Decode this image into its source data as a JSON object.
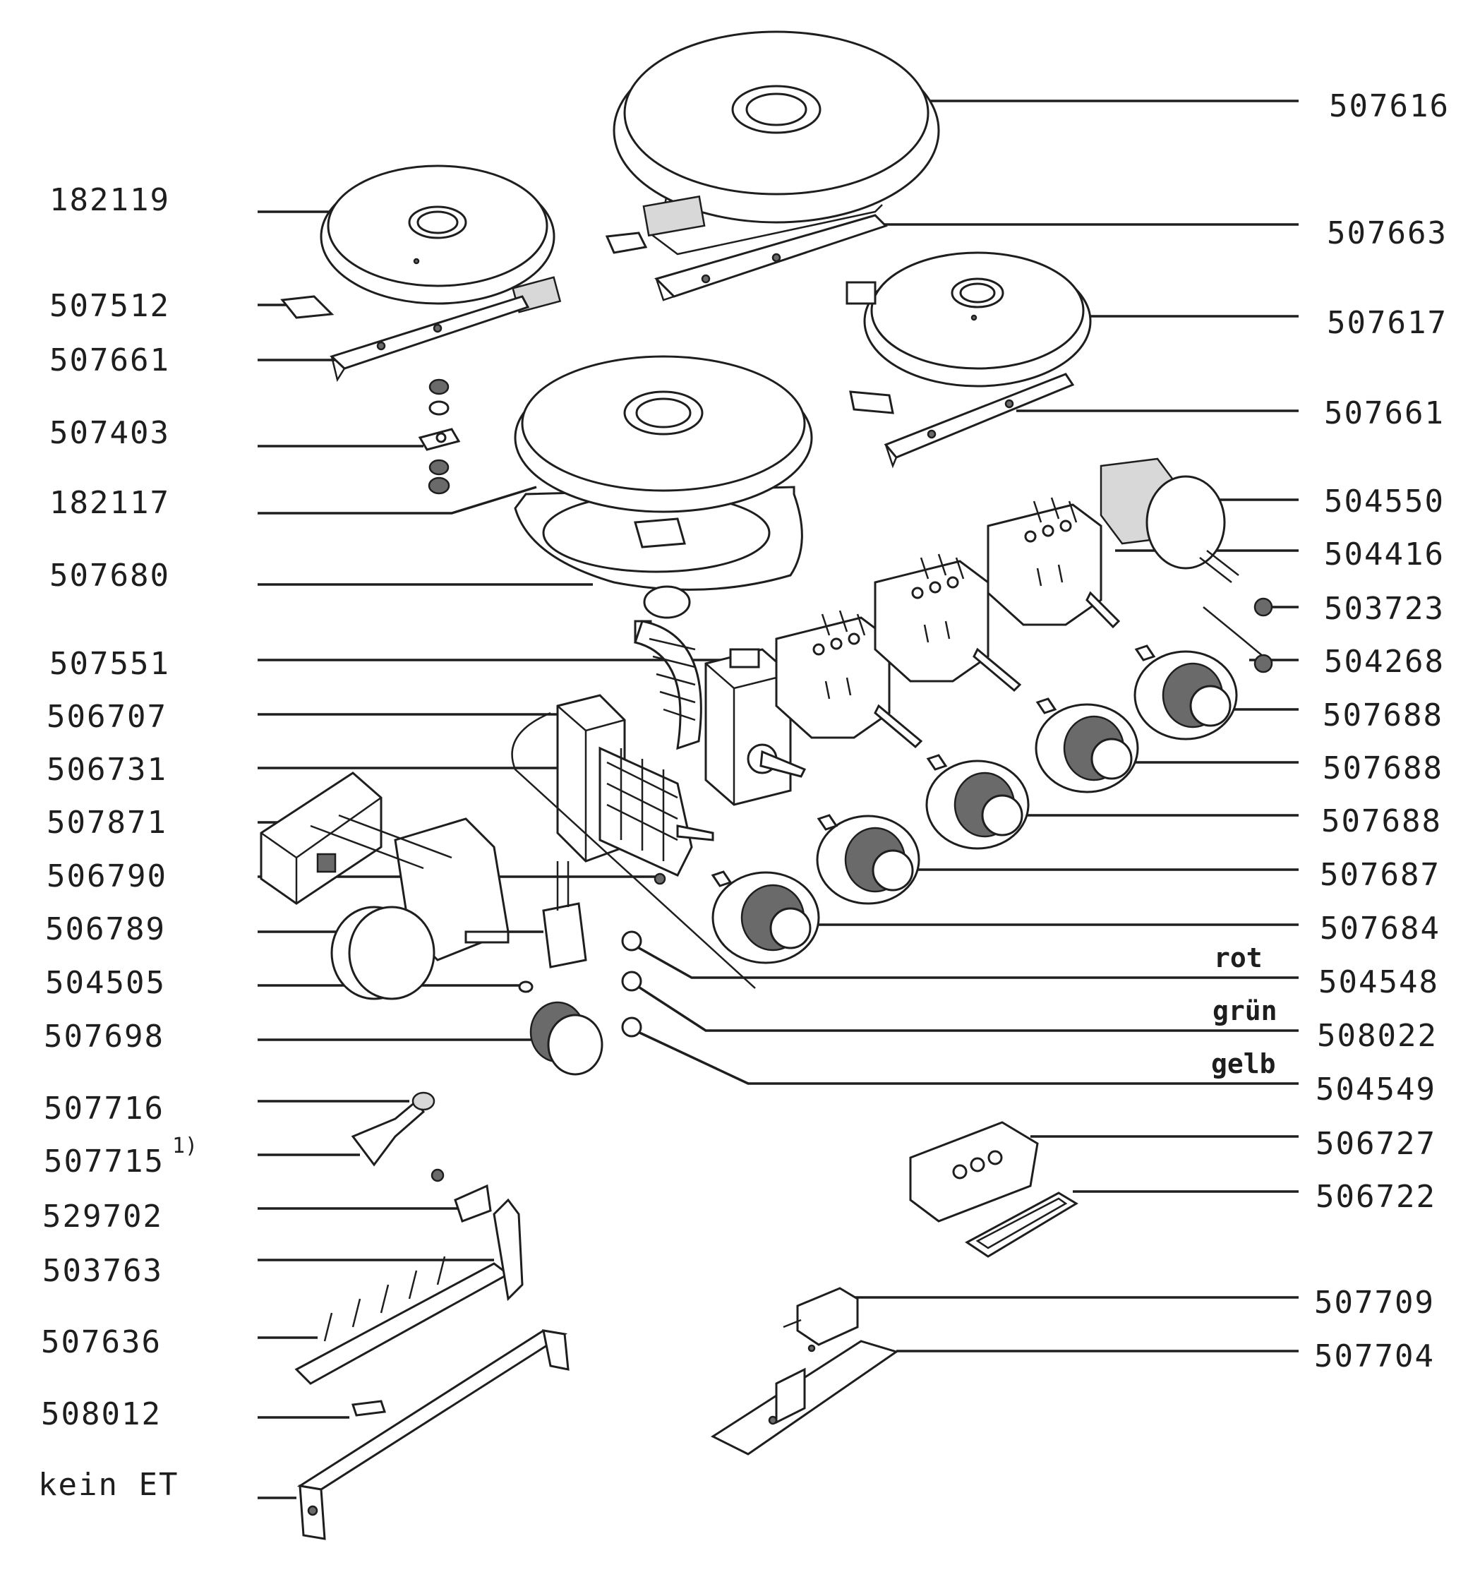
{
  "labels_left": [
    {
      "id": "left-182119",
      "text": "182119"
    },
    {
      "id": "left-507512",
      "text": "507512"
    },
    {
      "id": "left-507661",
      "text": "507661"
    },
    {
      "id": "left-507403",
      "text": "507403"
    },
    {
      "id": "left-182117",
      "text": "182117"
    },
    {
      "id": "left-507680",
      "text": "507680"
    },
    {
      "id": "left-507551",
      "text": "507551"
    },
    {
      "id": "left-506707",
      "text": "506707"
    },
    {
      "id": "left-506731",
      "text": "506731"
    },
    {
      "id": "left-507871",
      "text": "507871"
    },
    {
      "id": "left-506790",
      "text": "506790"
    },
    {
      "id": "left-506789",
      "text": "506789"
    },
    {
      "id": "left-504505",
      "text": "504505"
    },
    {
      "id": "left-507698",
      "text": "507698"
    },
    {
      "id": "left-507716",
      "text": "507716"
    },
    {
      "id": "left-507715",
      "text": "507715"
    },
    {
      "id": "left-529702",
      "text": "529702"
    },
    {
      "id": "left-503763",
      "text": "503763"
    },
    {
      "id": "left-507636",
      "text": "507636"
    },
    {
      "id": "left-508012",
      "text": "508012"
    },
    {
      "id": "left-kein-et",
      "text": "kein ET"
    }
  ],
  "labels_right": [
    {
      "id": "right-507616",
      "text": "507616"
    },
    {
      "id": "right-507663",
      "text": "507663"
    },
    {
      "id": "right-507617",
      "text": "507617"
    },
    {
      "id": "right-507661",
      "text": "507661"
    },
    {
      "id": "right-504550",
      "text": "504550"
    },
    {
      "id": "right-504416",
      "text": "504416"
    },
    {
      "id": "right-503723",
      "text": "503723"
    },
    {
      "id": "right-504268",
      "text": "504268"
    },
    {
      "id": "right-507688-a",
      "text": "507688"
    },
    {
      "id": "right-507688-b",
      "text": "507688"
    },
    {
      "id": "right-507688-c",
      "text": "507688"
    },
    {
      "id": "right-507687",
      "text": "507687"
    },
    {
      "id": "right-507684",
      "text": "507684"
    },
    {
      "id": "right-504548",
      "text": "504548"
    },
    {
      "id": "right-508022",
      "text": "508022"
    },
    {
      "id": "right-504549",
      "text": "504549"
    },
    {
      "id": "right-506727",
      "text": "506727"
    },
    {
      "id": "right-506722",
      "text": "506722"
    },
    {
      "id": "right-507709",
      "text": "507709"
    },
    {
      "id": "right-507704",
      "text": "507704"
    }
  ],
  "footnote_marker": "1)",
  "wire_colors": [
    {
      "id": "color-rot",
      "text": "rot"
    },
    {
      "id": "color-gruen",
      "text": "grün"
    },
    {
      "id": "color-gelb",
      "text": "gelb"
    }
  ]
}
